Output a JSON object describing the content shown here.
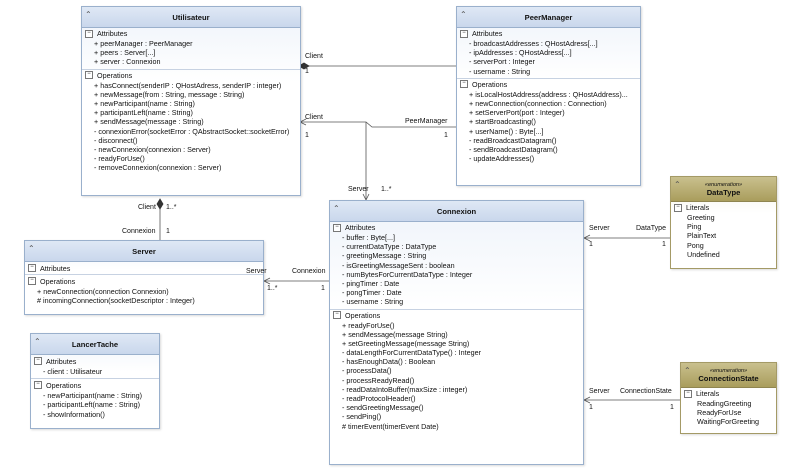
{
  "classes": {
    "utilisateur": {
      "name": "Utilisateur",
      "attributes_label": "Attributes",
      "operations_label": "Operations",
      "attributes": [
        "+ peerManager : PeerManager",
        "+ peers : Server[...]",
        "+ server : Connexion"
      ],
      "operations": [
        "+ hasConnect(senderIP : QHostAdress, senderIP : integer)",
        "+ newMessage(from : String, message : String)",
        "+ newParticipant(name : String)",
        "+ participantLeft(name : String)",
        "+ sendMessage(message : String)",
        "- connexionError(socketError : QAbstractSocket::socketError)",
        "- disconnect()",
        "- newConnexion(connexion : Server)",
        "- readyForUse()",
        "- removeConnexion(connexion : Server)"
      ]
    },
    "peermanager": {
      "name": "PeerManager",
      "attributes_label": "Attributes",
      "operations_label": "Operations",
      "attributes": [
        "- broadcastAddresses : QHostAdress[...]",
        "- ipAddresses : QHostAdress[...]",
        "- serverPort : Integer",
        "- username : String"
      ],
      "operations": [
        "+ isLocalHostAddress(address : QHostAddress)...",
        "+ newConnection(connection : Connection)",
        "+ setServerPort(port : Integer)",
        "+ startBroadcasting()",
        "+ userName() : Byte[...]",
        "- readBroadcastDatagram()",
        "- sendBroadcastDatagram()",
        "- updateAddresses()"
      ]
    },
    "server": {
      "name": "Server",
      "attributes_label": "Attributes",
      "operations_label": "Operations",
      "attributes": [],
      "operations": [
        "+ newConnection(connection Connexion)",
        "# incomingConnection(socketDescriptor : Integer)"
      ]
    },
    "lancertache": {
      "name": "LancerTache",
      "attributes_label": "Attributes",
      "operations_label": "Operations",
      "attributes": [
        "- client : Utilisateur"
      ],
      "operations": [
        "- newParticipant(name : String)",
        "- participantLeft(name : String)",
        "- showInformation()"
      ]
    },
    "connexion": {
      "name": "Connexion",
      "attributes_label": "Attributes",
      "operations_label": "Operations",
      "attributes": [
        "- buffer : Byte[...]",
        "- currentDataType : DataType",
        "- greetingMessage : String",
        "- isGreetingMessageSent : boolean",
        "- numBytesForCurrentDataType : Integer",
        "- pingTimer : Date",
        "- pongTimer : Date",
        "- username : String"
      ],
      "operations": [
        "+ readyForUse()",
        "+ sendMessage(message String)",
        "+ setGreetingMessage(message String)",
        "- dataLengthForCurrentDataType() : Integer",
        "- hasEnoughData() : Boolean",
        "- processData()",
        "- processReadyRead()",
        "- readDataIntoBuffer(maxSize : integer)",
        "- readProtocolHeader()",
        "- sendGreetingMessage()",
        "- sendPing()",
        "# timerEvent(timerEvent Date)"
      ]
    },
    "datatype": {
      "stereotype": "«enumeration»",
      "name": "DataType",
      "literals_label": "Literals",
      "literals": [
        "Greeting",
        "Ping",
        "PlainText",
        "Pong",
        "Undefined"
      ]
    },
    "connectionstate": {
      "stereotype": "«enumeration»",
      "name": "ConnectionState",
      "literals_label": "Literals",
      "literals": [
        "ReadingGreeting",
        "ReadyForUse",
        "WaitingForGreeting"
      ]
    }
  },
  "associations": {
    "client_top": "Client",
    "client_top_mult": "1",
    "client_mid": "Client",
    "client_mid_mult": "1",
    "peermanager_role": "PeerManager",
    "peermanager_mult": "1",
    "server_role_top": "Server",
    "server_mult_top": "1..*",
    "client_bottom": "Client",
    "client_bottom_mult": "1..*",
    "connexion_left": "Connexion",
    "connexion_left_mult": "1",
    "server_right": "Server",
    "server_right_mult": "1..*",
    "connexion_right": "Connexion",
    "connexion_right_mult": "1",
    "server_dt": "Server",
    "server_dt_mult": "1",
    "datatype_role": "DataType",
    "datatype_mult": "1",
    "server_cs": "Server",
    "server_cs_mult": "1",
    "connectionstate_role": "ConnectionState",
    "connectionstate_mult": "1"
  }
}
